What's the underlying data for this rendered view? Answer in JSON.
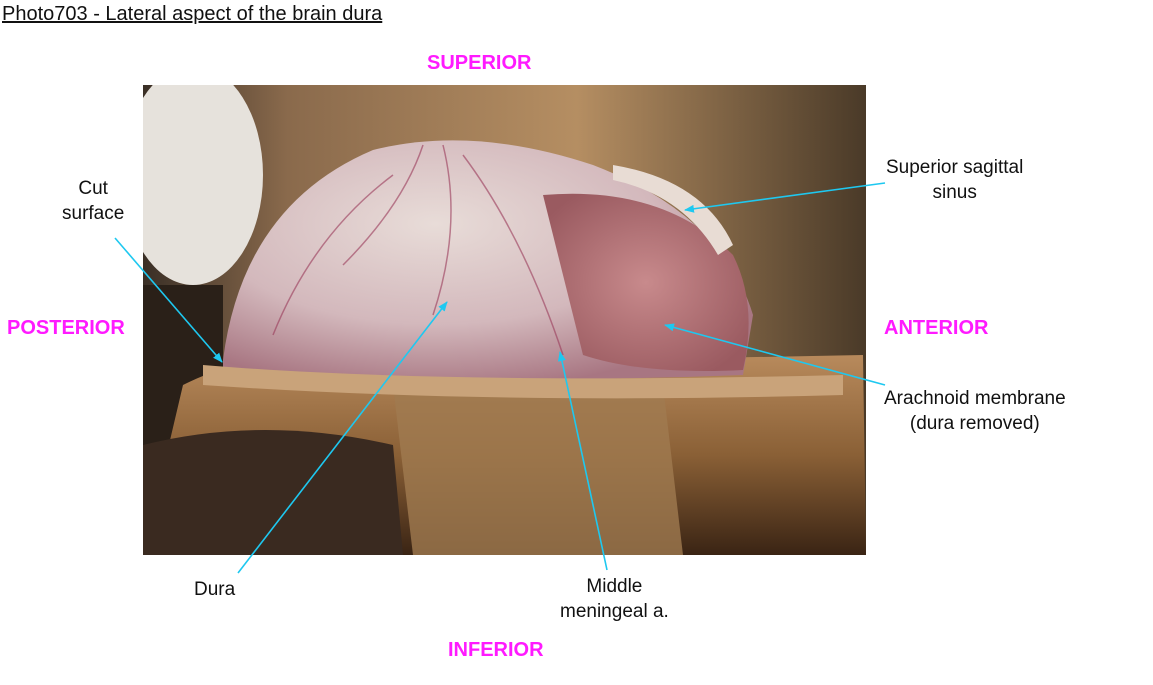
{
  "title": "Photo703 - Lateral aspect of the brain dura",
  "directions": {
    "superior": "SUPERIOR",
    "inferior": "INFERIOR",
    "posterior": "POSTERIOR",
    "anterior": "ANTERIOR"
  },
  "labels": {
    "cut_surface": [
      "Cut",
      "surface"
    ],
    "superior_sagittal_sinus": [
      "Superior sagittal",
      "sinus"
    ],
    "arachnoid": [
      "Arachnoid membrane",
      "(dura removed)"
    ],
    "dura": [
      "Dura"
    ],
    "middle_meningeal": [
      "Middle",
      "meningeal a."
    ]
  },
  "colors": {
    "direction": "#ff1aff",
    "leader_line": "#1ec8f0"
  }
}
